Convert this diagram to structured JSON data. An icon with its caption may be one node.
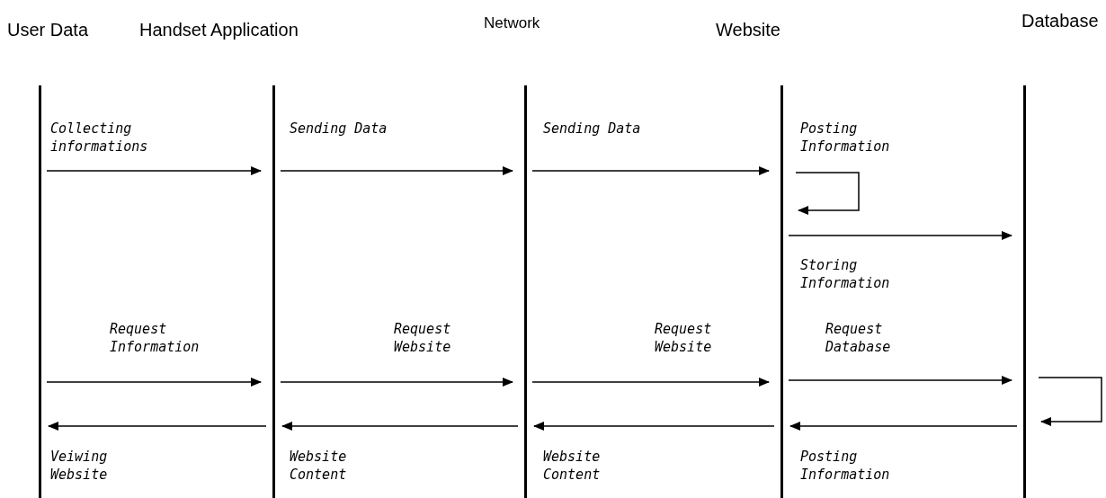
{
  "diagram": {
    "nodes": [
      {
        "text": [
          "User Data"
        ]
      },
      {
        "text": [
          "Handset Application"
        ]
      },
      {
        "text": [
          "Network"
        ]
      },
      {
        "text": [
          "Website"
        ]
      },
      {
        "text": [
          "Database"
        ]
      }
    ],
    "edges": [
      {
        "from": 0,
        "to": 1,
        "arrow": "to",
        "label": "Collecting informations"
      },
      {
        "from": 1,
        "to": 2,
        "arrow": "to",
        "label": "Sending Data"
      },
      {
        "from": 2,
        "to": 3,
        "arrow": "to",
        "label": "Sending Data"
      },
      {
        "from": 3,
        "to": 3,
        "arrow": "to",
        "label": "Posting Information"
      },
      {
        "from": 3,
        "to": 4,
        "arrow": "to",
        "label": "Storing Information"
      },
      {
        "from": 0,
        "to": 1,
        "arrow": "to",
        "label": "Request Information"
      },
      {
        "from": 1,
        "to": 2,
        "arrow": "to",
        "label": "Request Website"
      },
      {
        "from": 2,
        "to": 3,
        "arrow": "to",
        "label": "Request Website"
      },
      {
        "from": 3,
        "to": 4,
        "arrow": "to",
        "label": "Request Database"
      },
      {
        "from": 4,
        "to": 4,
        "arrow": "to"
      },
      {
        "from": 4,
        "to": 3,
        "arrow": "to",
        "label": "Posting Information"
      },
      {
        "from": 3,
        "to": 2,
        "arrow": "to",
        "label": "Website Content"
      },
      {
        "from": 2,
        "to": 1,
        "arrow": "to",
        "label": "Website Content"
      },
      {
        "from": 1,
        "to": 0,
        "arrow": "to",
        "label": "Veiwing Website"
      }
    ]
  }
}
